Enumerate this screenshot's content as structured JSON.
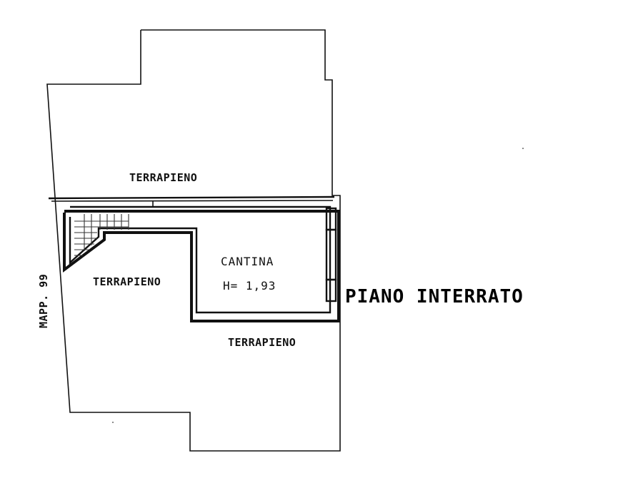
{
  "plan": {
    "level_title": "PIANO INTERRATO",
    "parcel_label": "MAPP. 99",
    "rooms": {
      "fill_top": "TERRAPIENO",
      "fill_left": "TERRAPIENO",
      "fill_bottom": "TERRAPIENO",
      "cellar_name": "CANTINA",
      "cellar_height": "H= 1,93"
    }
  },
  "colors": {
    "background": "#ffffff",
    "line": "#111111"
  }
}
